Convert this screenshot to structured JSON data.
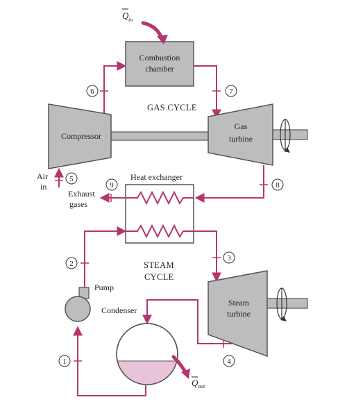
{
  "colors": {
    "pipe": "#b5366e",
    "equipment_fill": "#bdbdbd",
    "equipment_stroke": "#555555",
    "condensate": "#e9c3d8",
    "text": "#222222"
  },
  "labels": {
    "q_in_symbol": "Q",
    "q_in_sub": "in",
    "q_out_symbol": "Q",
    "q_out_sub": "out",
    "combustion_line1": "Combustion",
    "combustion_line2": "chamber",
    "gas_cycle": "GAS CYCLE",
    "compressor": "Compressor",
    "gas_turbine_line1": "Gas",
    "gas_turbine_line2": "turbine",
    "air_line1": "Air",
    "air_line2": "in",
    "exhaust_line1": "Exhaust",
    "exhaust_line2": "gases",
    "heat_exchanger": "Heat exchanger",
    "steam_cycle_line1": "STEAM",
    "steam_cycle_line2": "CYCLE",
    "pump": "Pump",
    "condenser": "Condenser",
    "steam_turbine_line1": "Steam",
    "steam_turbine_line2": "turbine"
  },
  "state_points": [
    "1",
    "2",
    "3",
    "4",
    "5",
    "6",
    "7",
    "8",
    "9"
  ],
  "icons": [
    "shaft-rotation-icon",
    "heat-arrow-icon",
    "resistor-coil-icon"
  ]
}
